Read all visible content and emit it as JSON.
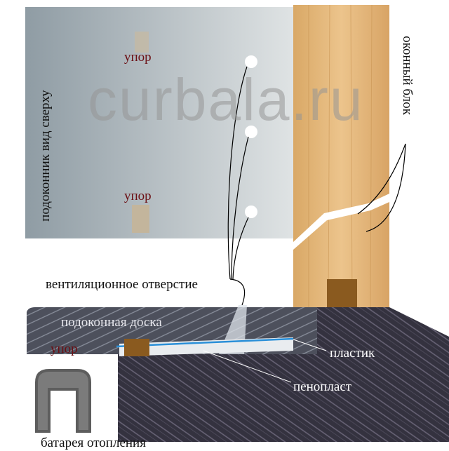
{
  "watermark": "curbala.ru",
  "labels": {
    "top_view": "подоконник вид сверху",
    "window_block": "оконный блок",
    "stop_top_1": "упор",
    "stop_top_2": "упор",
    "vent_hole": "вентиляционное отверстие",
    "sill_board": "подоконная доска",
    "stop_side": "упор",
    "plastic": "пластик",
    "foam": "пенопласт",
    "radiator": "батарея отопления"
  },
  "colors": {
    "label_red": "#6b0f14",
    "plastic_blue": "#2a8fd8",
    "wood": "#e0b57a",
    "stone": "#3a3848"
  }
}
